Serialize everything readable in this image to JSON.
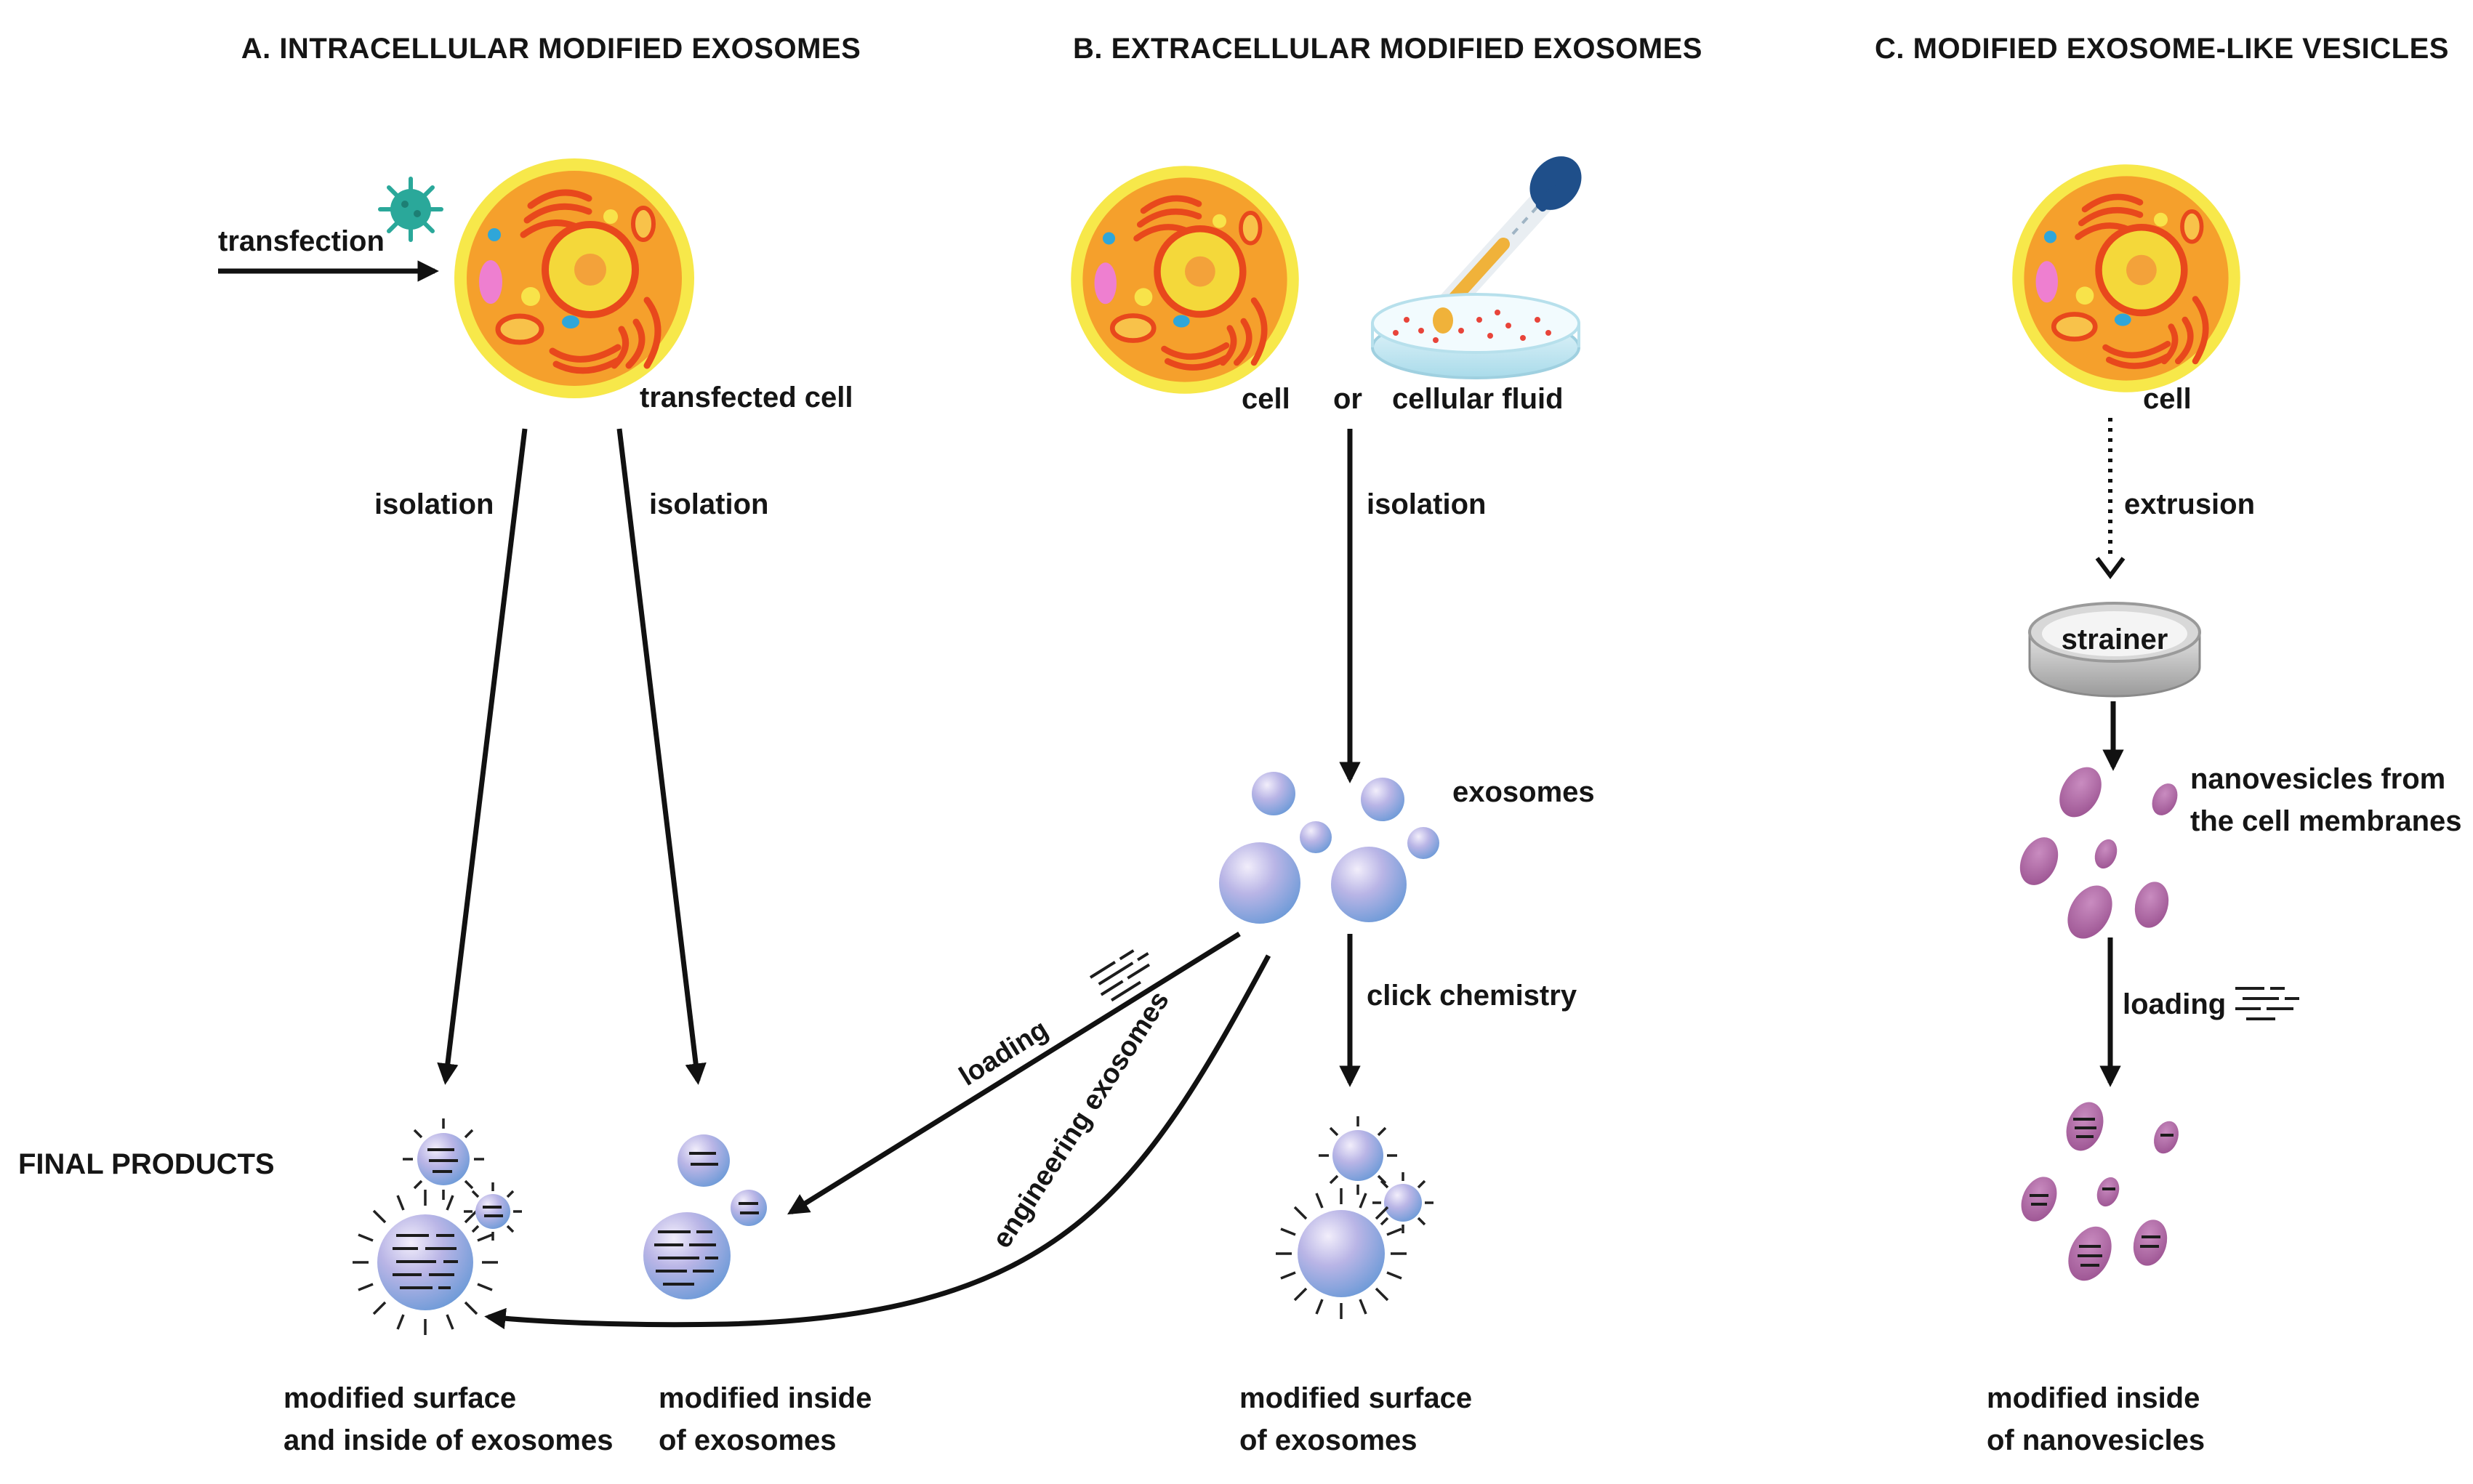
{
  "sections": {
    "a": {
      "title": "A. INTRACELLULAR MODIFIED EXOSOMES"
    },
    "b": {
      "title": "B. EXTRACELLULAR MODIFIED EXOSOMES"
    },
    "c": {
      "title": "C. MODIFIED EXOSOME-LIKE VESICLES"
    }
  },
  "final_products_label": "FINAL PRODUCTS",
  "labels": {
    "transfection": "transfection",
    "transfected_cell": "transfected cell",
    "isolation_a_left": "isolation",
    "isolation_a_right": "isolation",
    "cell_b": "cell",
    "or": "or",
    "cellular_fluid": "cellular fluid",
    "isolation_b": "isolation",
    "exosomes": "exosomes",
    "loading_b": "loading",
    "engineering_exosomes": "engineering exosomes",
    "click_chemistry": "click chemistry",
    "cell_c": "cell",
    "extrusion": "extrusion",
    "strainer": "strainer",
    "nanovesicles_line1": "nanovesicles from",
    "nanovesicles_line2": "the cell membranes",
    "loading_c": "loading"
  },
  "products": {
    "p1": {
      "line1": "modified surface",
      "line2": "and inside of exosomes"
    },
    "p2": {
      "line1": "modified inside",
      "line2": "of exosomes"
    },
    "p3": {
      "line1": "modified surface",
      "line2": "of exosomes"
    },
    "p4": {
      "line1": "modified inside",
      "line2": "of nanovesicles"
    }
  },
  "colors": {
    "cell_membrane": "#f7e84a",
    "cytoplasm": "#f5a02c",
    "organelle": "#e8481c",
    "exosome": "#a9b8e8",
    "nanovesicle": "#b06aa8",
    "virus": "#2aa89a",
    "pipette_bulb": "#1f4f8a"
  }
}
